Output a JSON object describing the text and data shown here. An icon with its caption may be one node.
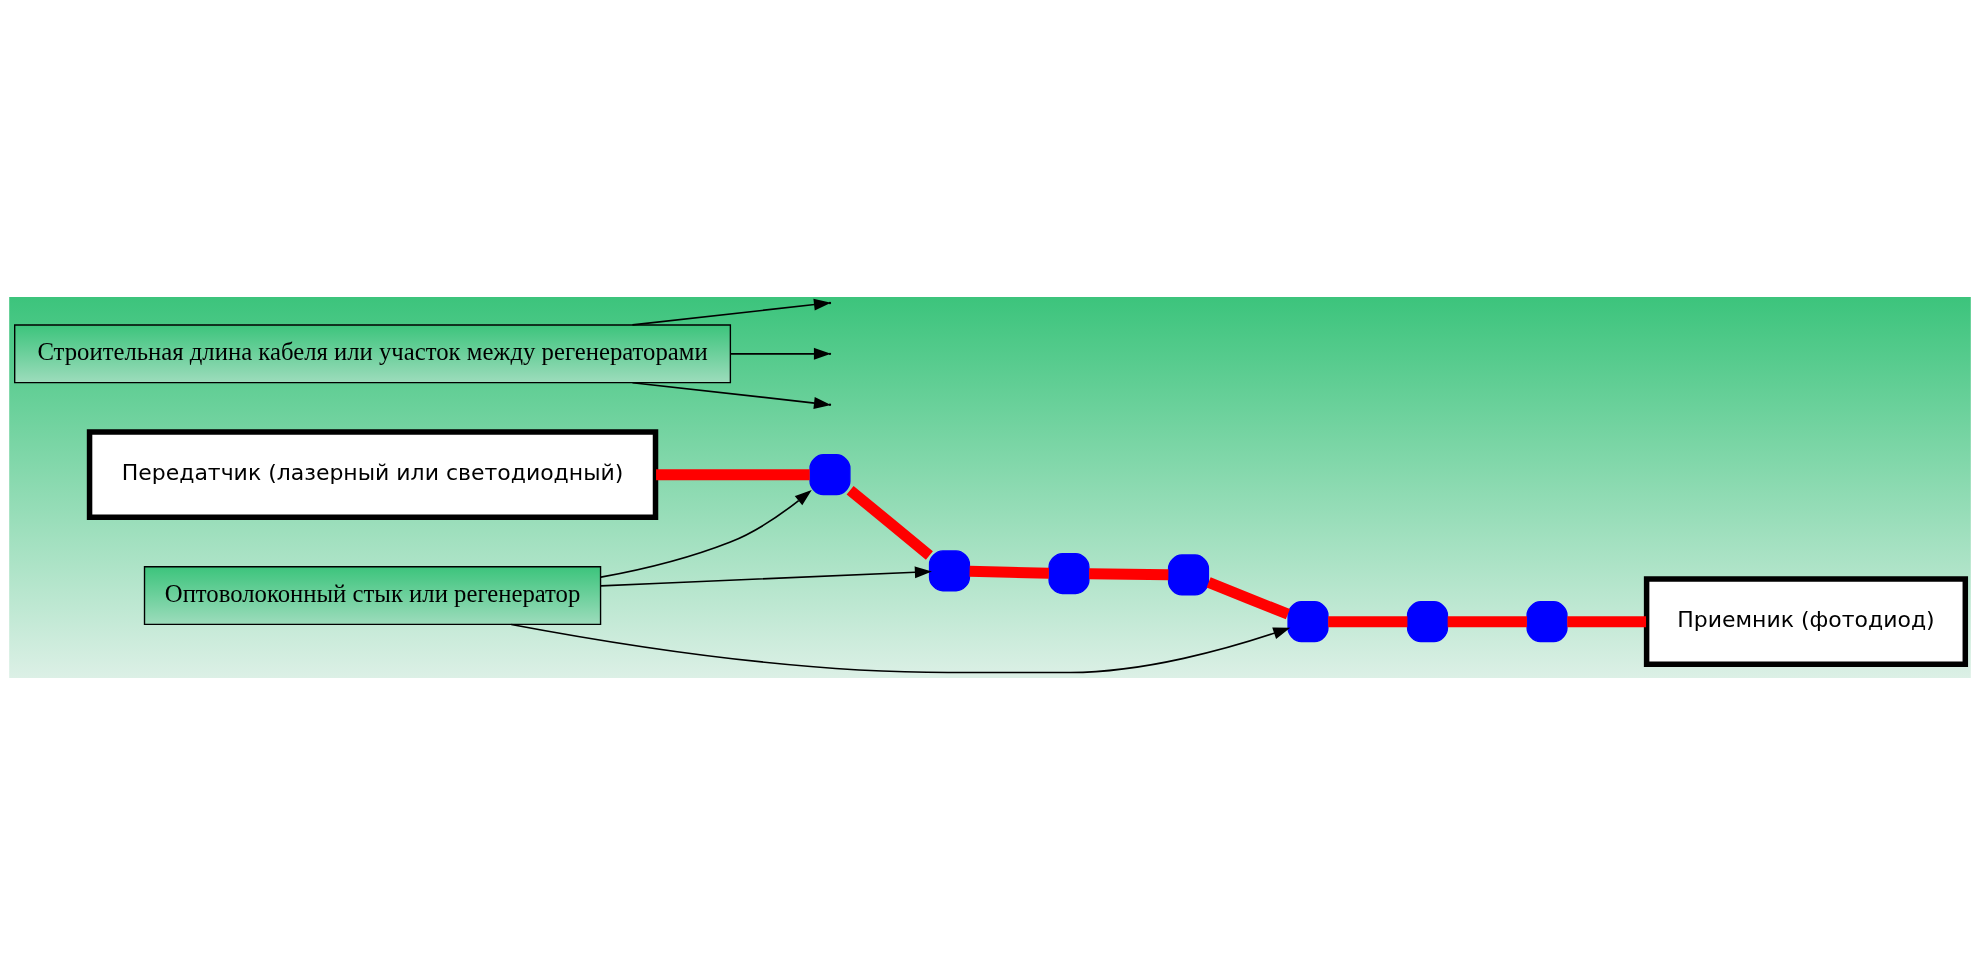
{
  "diagram": {
    "nodes": [
      {
        "text": [
          "Передатчик (лазерный или светодиодный)"
        ]
      },
      {
        "text": [
          "Строительная длина кабеля или участок между регенераторами"
        ]
      },
      {
        "text": [],
        "shape": "box"
      },
      {
        "text": [],
        "shape": "box"
      },
      {
        "text": [],
        "shape": "box"
      },
      {
        "text": [
          "Оптоволоконный стык или регенератор"
        ]
      },
      {
        "text": [],
        "shape": "box"
      },
      {
        "text": [],
        "shape": "box"
      },
      {
        "text": [],
        "shape": "box"
      },
      {
        "text": [],
        "shape": "box"
      },
      {
        "text": [
          "Приемник (фотодиод)"
        ]
      }
    ],
    "edges": [
      {
        "from": 0,
        "to": 2,
        "arrow": "none"
      },
      {
        "from": 2,
        "to": 3,
        "arrow": "none"
      },
      {
        "from": 3,
        "to": 4,
        "arrow": "none"
      },
      {
        "from": 4,
        "to": 6,
        "arrow": "none"
      },
      {
        "from": 6,
        "to": 7,
        "arrow": "none"
      },
      {
        "from": 7,
        "to": 8,
        "arrow": "none"
      },
      {
        "from": 8,
        "to": 9,
        "arrow": "none"
      },
      {
        "from": 9,
        "to": 10,
        "arrow": "none"
      },
      {
        "from": 5,
        "to": 2,
        "arrow": "to",
        "color": "#000000"
      },
      {
        "from": 5,
        "to": 3,
        "arrow": "to",
        "color": "#000000"
      },
      {
        "from": 5,
        "to": 7,
        "arrow": "to",
        "color": "#000000"
      },
      {
        "from": 1,
        "to": null,
        "arrow": "to",
        "color": "#000000"
      },
      {
        "from": 1,
        "to": null,
        "arrow": "to",
        "color": "#000000"
      },
      {
        "from": 1,
        "to": null,
        "arrow": "to",
        "color": "#000000"
      }
    ]
  }
}
